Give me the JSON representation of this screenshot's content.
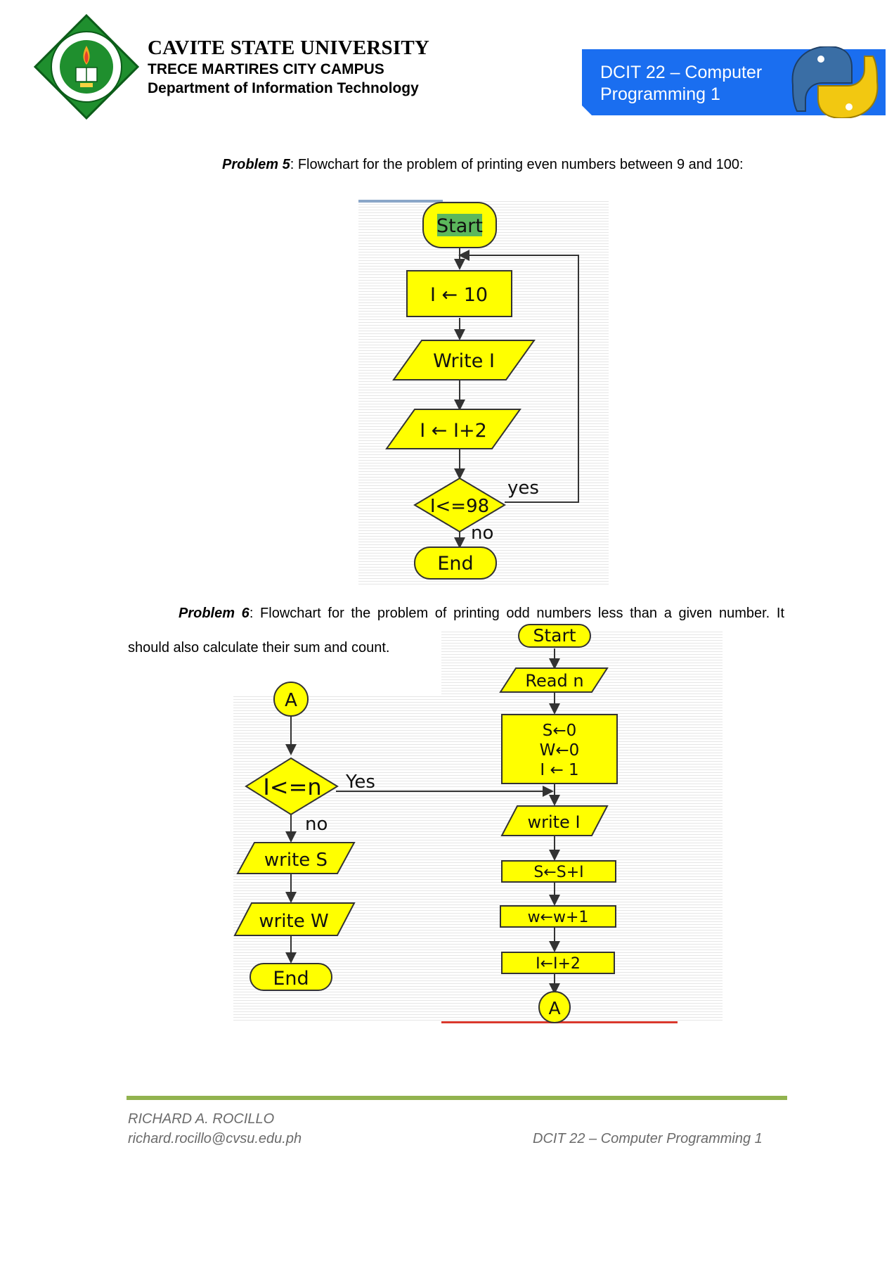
{
  "header": {
    "university": "CAVITE STATE UNIVERSITY",
    "campus": "TRECE MARTIRES CITY CAMPUS",
    "department": "Department of Information Technology",
    "course_line1": "DCIT 22 – Computer",
    "course_line2": "Programming 1",
    "banner_color": "#1a6ef0"
  },
  "problem5": {
    "label": "Problem 5",
    "text": ": Flowchart for the problem of printing even numbers between 9 and 100:",
    "flowchart": {
      "start": "Start",
      "init": "I ← 10",
      "write": "Write I",
      "increment": "I ← I+2",
      "condition": "I<=98",
      "yes": "yes",
      "no": "no",
      "end": "End"
    }
  },
  "problem6": {
    "label": "Problem 6",
    "text_line1": ": Flowchart for the problem of printing odd numbers less than a given number. It",
    "text_line2": "should also calculate their sum and count.",
    "flowchart": {
      "connector_a": "A",
      "condition": "I<=n",
      "yes": "Yes",
      "no": "no",
      "write_s": "write S",
      "write_w": "write W",
      "end": "End",
      "start": "Start",
      "read": "Read n",
      "init_s": "S←0",
      "init_w": "W←0",
      "init_i": "I ← 1",
      "write_i": "write I",
      "sum": "S←S+I",
      "count": "w←w+1",
      "increment": "I←I+2",
      "connector_a_end": "A"
    }
  },
  "footer": {
    "author": "RICHARD A. ROCILLO",
    "email": "richard.rocillo@cvsu.edu.ph",
    "course": "DCIT 22 – Computer Programming 1",
    "rule_color": "#92b34f"
  },
  "colors": {
    "shape_fill": "#ffff00",
    "start_highlight": "#5cb85c"
  }
}
